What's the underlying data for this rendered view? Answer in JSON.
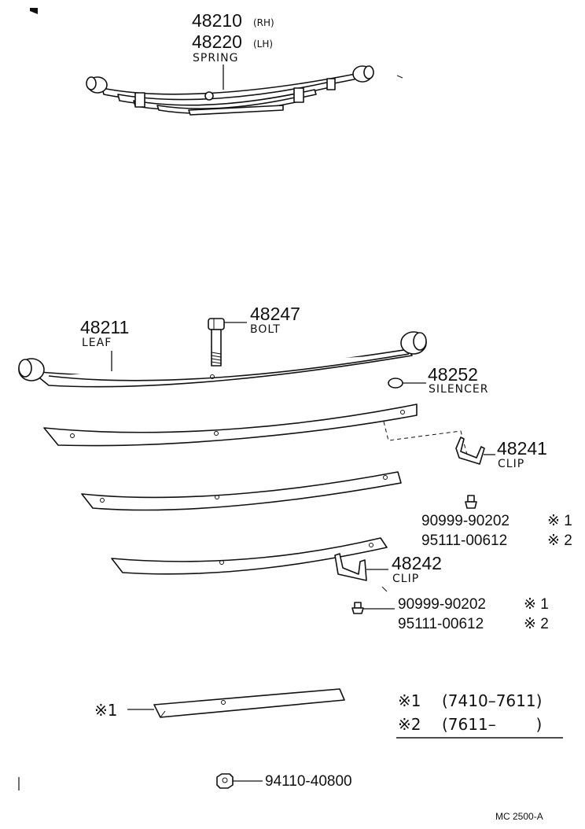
{
  "parts": {
    "spring_assembly": {
      "number_rh": "48210",
      "side_rh": "(RH)",
      "number_lh": "48220",
      "side_lh": "(LH)",
      "name": "SPRING"
    },
    "leaf": {
      "number": "48211",
      "name": "LEAF"
    },
    "bolt": {
      "number": "48247",
      "name": "BOLT"
    },
    "silencer": {
      "number": "48252",
      "name": "SILENCER"
    },
    "clip_upper": {
      "number": "48241",
      "name": "CLIP"
    },
    "rivet_upper": {
      "number_a": "90999-90202",
      "mark_a": "※ 1",
      "number_b": "95111-00612",
      "mark_b": "※ 2"
    },
    "clip_lower": {
      "number": "48242",
      "name": "CLIP"
    },
    "rivet_lower": {
      "number_a": "90999-90202",
      "mark_a": "※ 1",
      "number_b": "95111-00612",
      "mark_b": "※ 2"
    },
    "spacer": {
      "mark": "※1"
    },
    "nut": {
      "number": "94110-40800"
    }
  },
  "legend": {
    "note1_mark": "※1",
    "note1_range": "(7410–7611)",
    "note2_mark": "※2",
    "note2_range": "(7611–        )"
  },
  "figure_code": "MC 2500-A"
}
